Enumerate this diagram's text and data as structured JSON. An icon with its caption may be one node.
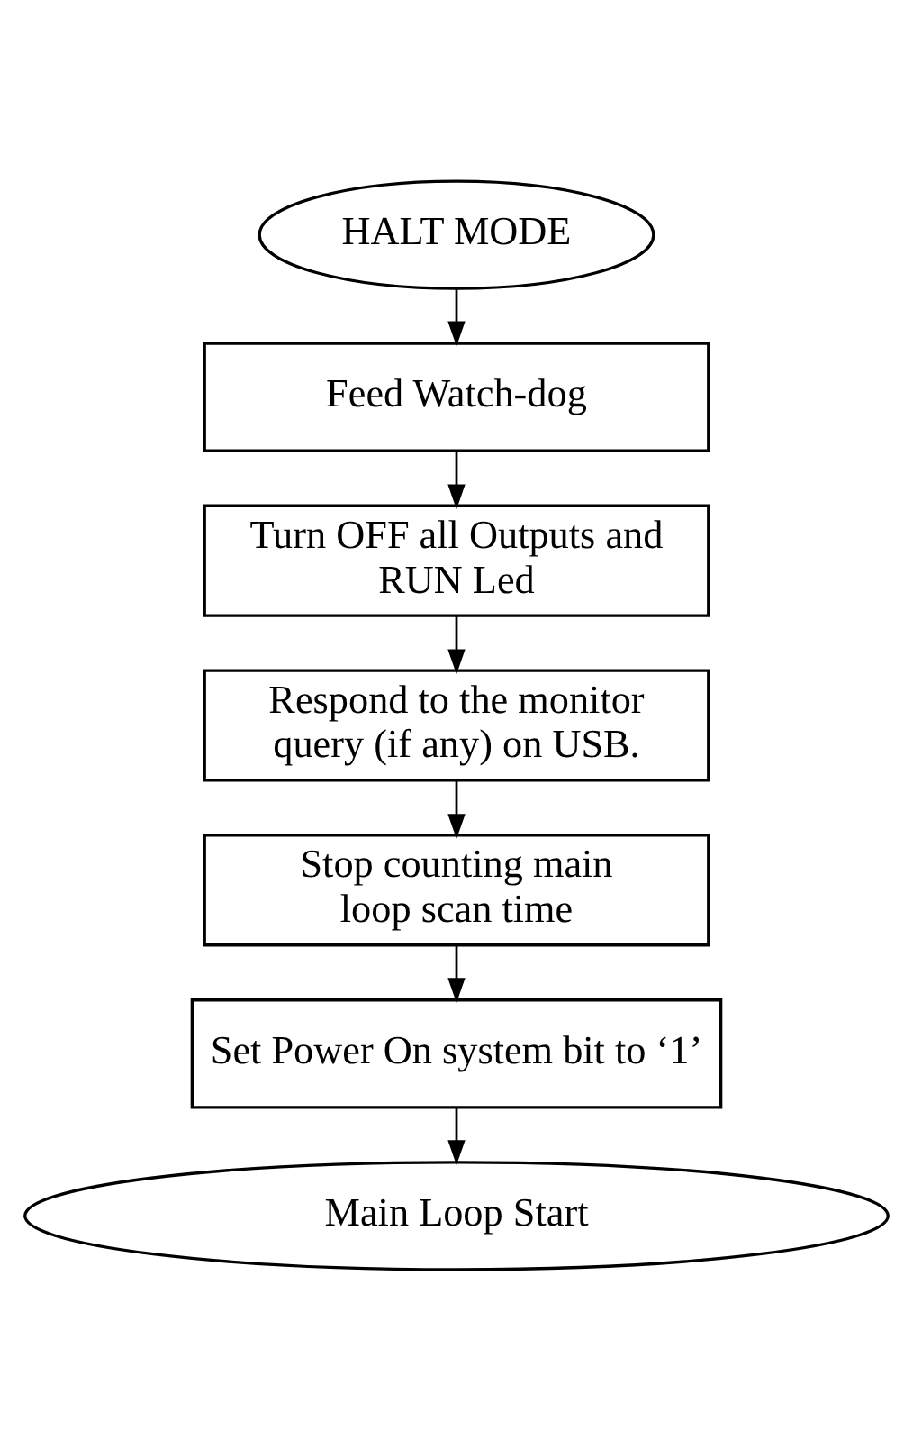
{
  "diagram": {
    "nodes": [
      {
        "text": [
          "HALT MODE"
        ]
      },
      {
        "text": [
          "Feed Watch-dog"
        ]
      },
      {
        "text": [
          "Turn OFF all Outputs and RUN Led"
        ]
      },
      {
        "text": [
          "Respond to the monitor query (if any) on USB."
        ]
      },
      {
        "text": [
          "Stop counting main loop scan time"
        ]
      },
      {
        "text": [
          "Set Power On system bit to ‘1’"
        ]
      },
      {
        "text": [
          "Main Loop Start"
        ]
      }
    ],
    "edges": [
      {
        "from": 0,
        "to": 1,
        "arrow": "to"
      },
      {
        "from": 1,
        "to": 2,
        "arrow": "to"
      },
      {
        "from": 2,
        "to": 3,
        "arrow": "to"
      },
      {
        "from": 3,
        "to": 4,
        "arrow": "to"
      },
      {
        "from": 4,
        "to": 5,
        "arrow": "to"
      },
      {
        "from": 5,
        "to": 6,
        "arrow": "to"
      }
    ]
  }
}
